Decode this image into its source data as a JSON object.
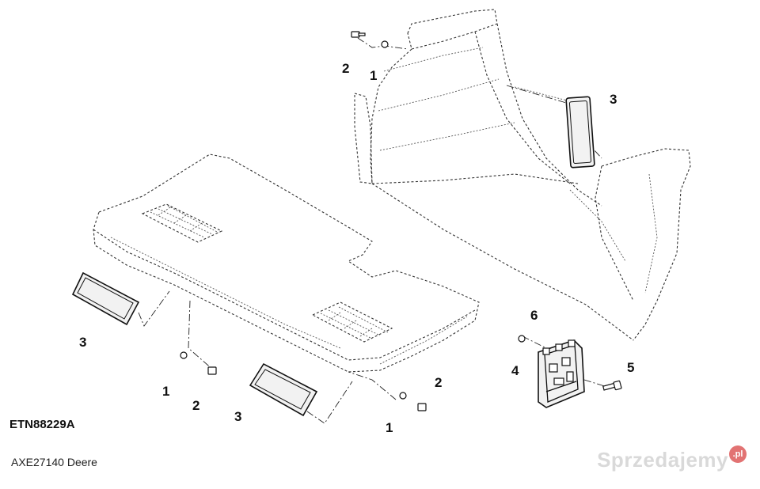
{
  "figure_id": "ETN88229A",
  "source_text": "AXE27140 Deere",
  "watermark": {
    "text": "Sprzedajemy",
    "badge": ".pl"
  },
  "callouts": [
    {
      "key": "c_top_2",
      "label": "2"
    },
    {
      "key": "c_top_1",
      "label": "1"
    },
    {
      "key": "c_top_3",
      "label": "3"
    },
    {
      "key": "c_left_3",
      "label": "3"
    },
    {
      "key": "c_mid_1",
      "label": "1"
    },
    {
      "key": "c_mid_2",
      "label": "2"
    },
    {
      "key": "c_mid_3",
      "label": "3"
    },
    {
      "key": "c_right_2",
      "label": "2"
    },
    {
      "key": "c_right_1",
      "label": "1"
    },
    {
      "key": "c_6",
      "label": "6"
    },
    {
      "key": "c_4",
      "label": "4"
    },
    {
      "key": "c_5",
      "label": "5"
    }
  ]
}
